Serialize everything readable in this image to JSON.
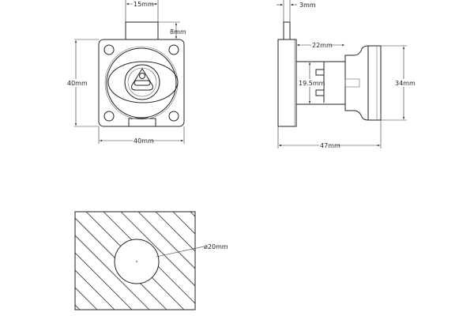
{
  "front_view": {
    "width_top_tab": "15mm",
    "tab_height": "8mm",
    "height": "40mm",
    "width": "40mm"
  },
  "side_view": {
    "shaft": "3mm",
    "body_length": "22mm",
    "inner_height": "19.5mm",
    "knob_diameter": "34mm",
    "total_length": "47mm"
  },
  "cutout_view": {
    "hole_diameter": "ø20mm"
  }
}
